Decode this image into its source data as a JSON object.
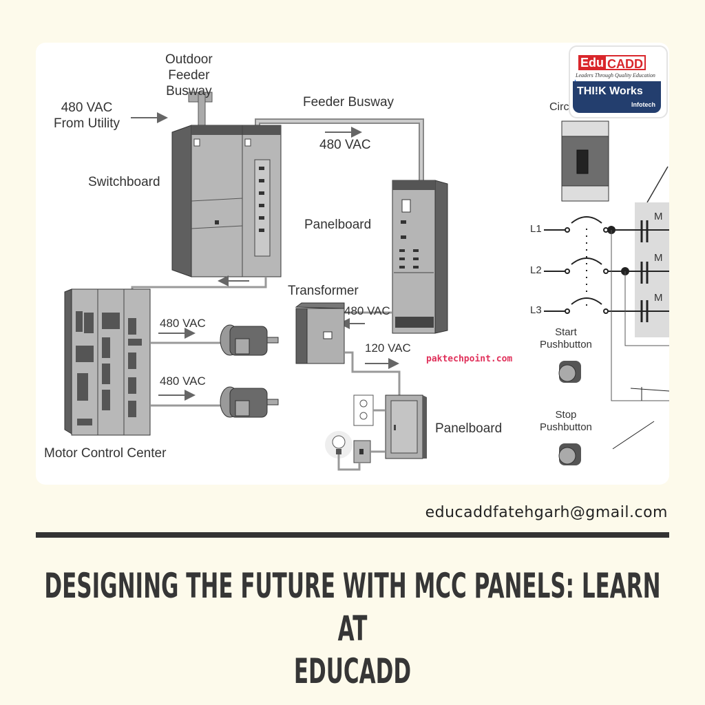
{
  "diagram": {
    "labels": {
      "utility": "480 VAC\nFrom Utility",
      "utility_l1": "480 VAC",
      "utility_l2": "From Utility",
      "outdoor_l1": "Outdoor",
      "outdoor_l2": "Feeder",
      "outdoor_l3": "Busway",
      "feeder_busway": "Feeder Busway",
      "feeder_voltage": "480 VAC",
      "switchboard": "Switchboard",
      "panelboard_main": "Panelboard",
      "transformer": "Transformer",
      "transformer_in": "480 VAC",
      "transformer_out": "120 VAC",
      "motor1_voltage": "480 VAC",
      "motor2_voltage": "480 VAC",
      "mcc": "Motor Control Center",
      "panelboard_small": "Panelboard",
      "circuit_breaker": "Circ",
      "l1": "L1",
      "l2": "L2",
      "l3": "L3",
      "m1": "M",
      "m2": "M",
      "m3": "M",
      "start_l1": "Start",
      "start_l2": "Pushbutton",
      "stop_l1": "Stop",
      "stop_l2": "Pushbutton"
    },
    "watermark": "paktechpoint.com",
    "colors": {
      "watermark": "#e0305a",
      "equipment": "#9a9a9a",
      "equipment_dark": "#5a5a5a"
    }
  },
  "logo": {
    "edu": "Edu",
    "cadd": "CADD",
    "tagline": "Leaders Through Quality Education",
    "think": "THI!K Works",
    "infotech": "Infotech",
    "colors": {
      "red": "#d9262b",
      "blue": "#233e6e"
    }
  },
  "footer": {
    "email": "educaddfatehgarh@gmail.com",
    "title_line1": "DESIGNING THE FUTURE WITH MCC PANELS: LEARN AT",
    "title_line2": "EDUCADD"
  },
  "colors": {
    "background": "#fdfaeb",
    "card": "#ffffff",
    "text": "#363636"
  }
}
